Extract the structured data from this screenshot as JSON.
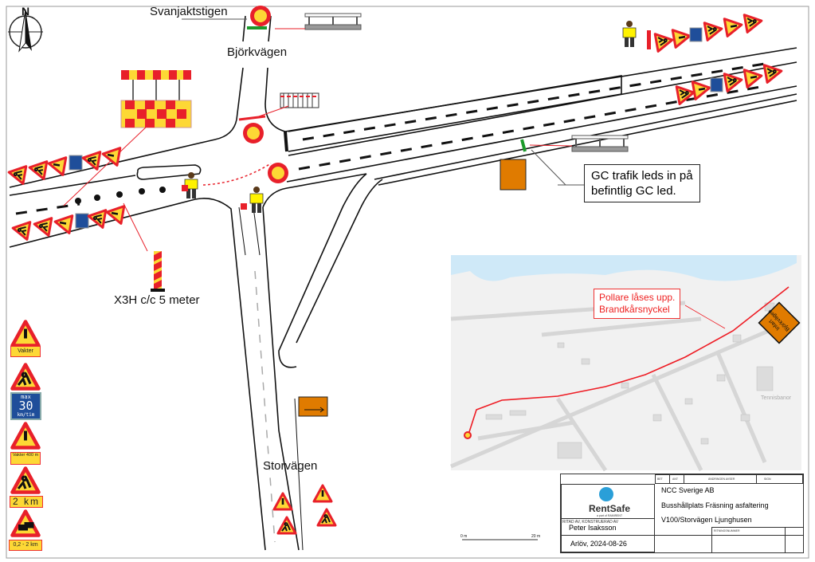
{
  "compass": {
    "label": "N"
  },
  "streets": {
    "svanjaktstigen": "Svanjaktstigen",
    "bjorkvagen": "Björkvägen",
    "storvagen": "Storvägen"
  },
  "annotations": {
    "x3h": "X3H c/c 5 meter",
    "gc_line1": "GC trafik leds in på",
    "gc_line2": "befintlig GC led."
  },
  "legend": {
    "plates": [
      "Vakter",
      "Vakter 400 m",
      "2 km",
      "0,2 - 2 km"
    ],
    "speed_sign": {
      "top": "max",
      "value": "30",
      "unit": "km/tim"
    }
  },
  "inset_map": {
    "note_line1": "Pollare låses upp.",
    "note_line2": "Brandkårsnyckel",
    "sign_line1": "Infart",
    "sign_line2": "Björkvägen",
    "place_label": "Tennisbanor",
    "scale_start": "0 m",
    "scale_end": "20 m"
  },
  "title_block": {
    "rev_headers": [
      "BET",
      "ANT",
      "ÄNDRINGEN AVSER",
      "SIGN"
    ],
    "logo_text": "RentSafe",
    "logo_sub": "a part of RAMIRENT",
    "drawn_by_label": "RITAD AV, KONSTRUERAD AV",
    "drawn_by": "Peter Isaksson",
    "place_date": "Arlöv, 2024-08-26",
    "company": "NCC Sverige AB",
    "project": "Busshållplats Fräsning asfaltering",
    "location": "V100/Storvägen Ljunghusen",
    "drawing_number_label": "RITNINGSNUMMER"
  },
  "colors": {
    "red": "#e8202a",
    "yellow": "#fdd835",
    "orange": "#e07b00",
    "green": "#1b9a2a",
    "blue": "#1f4e9a"
  }
}
